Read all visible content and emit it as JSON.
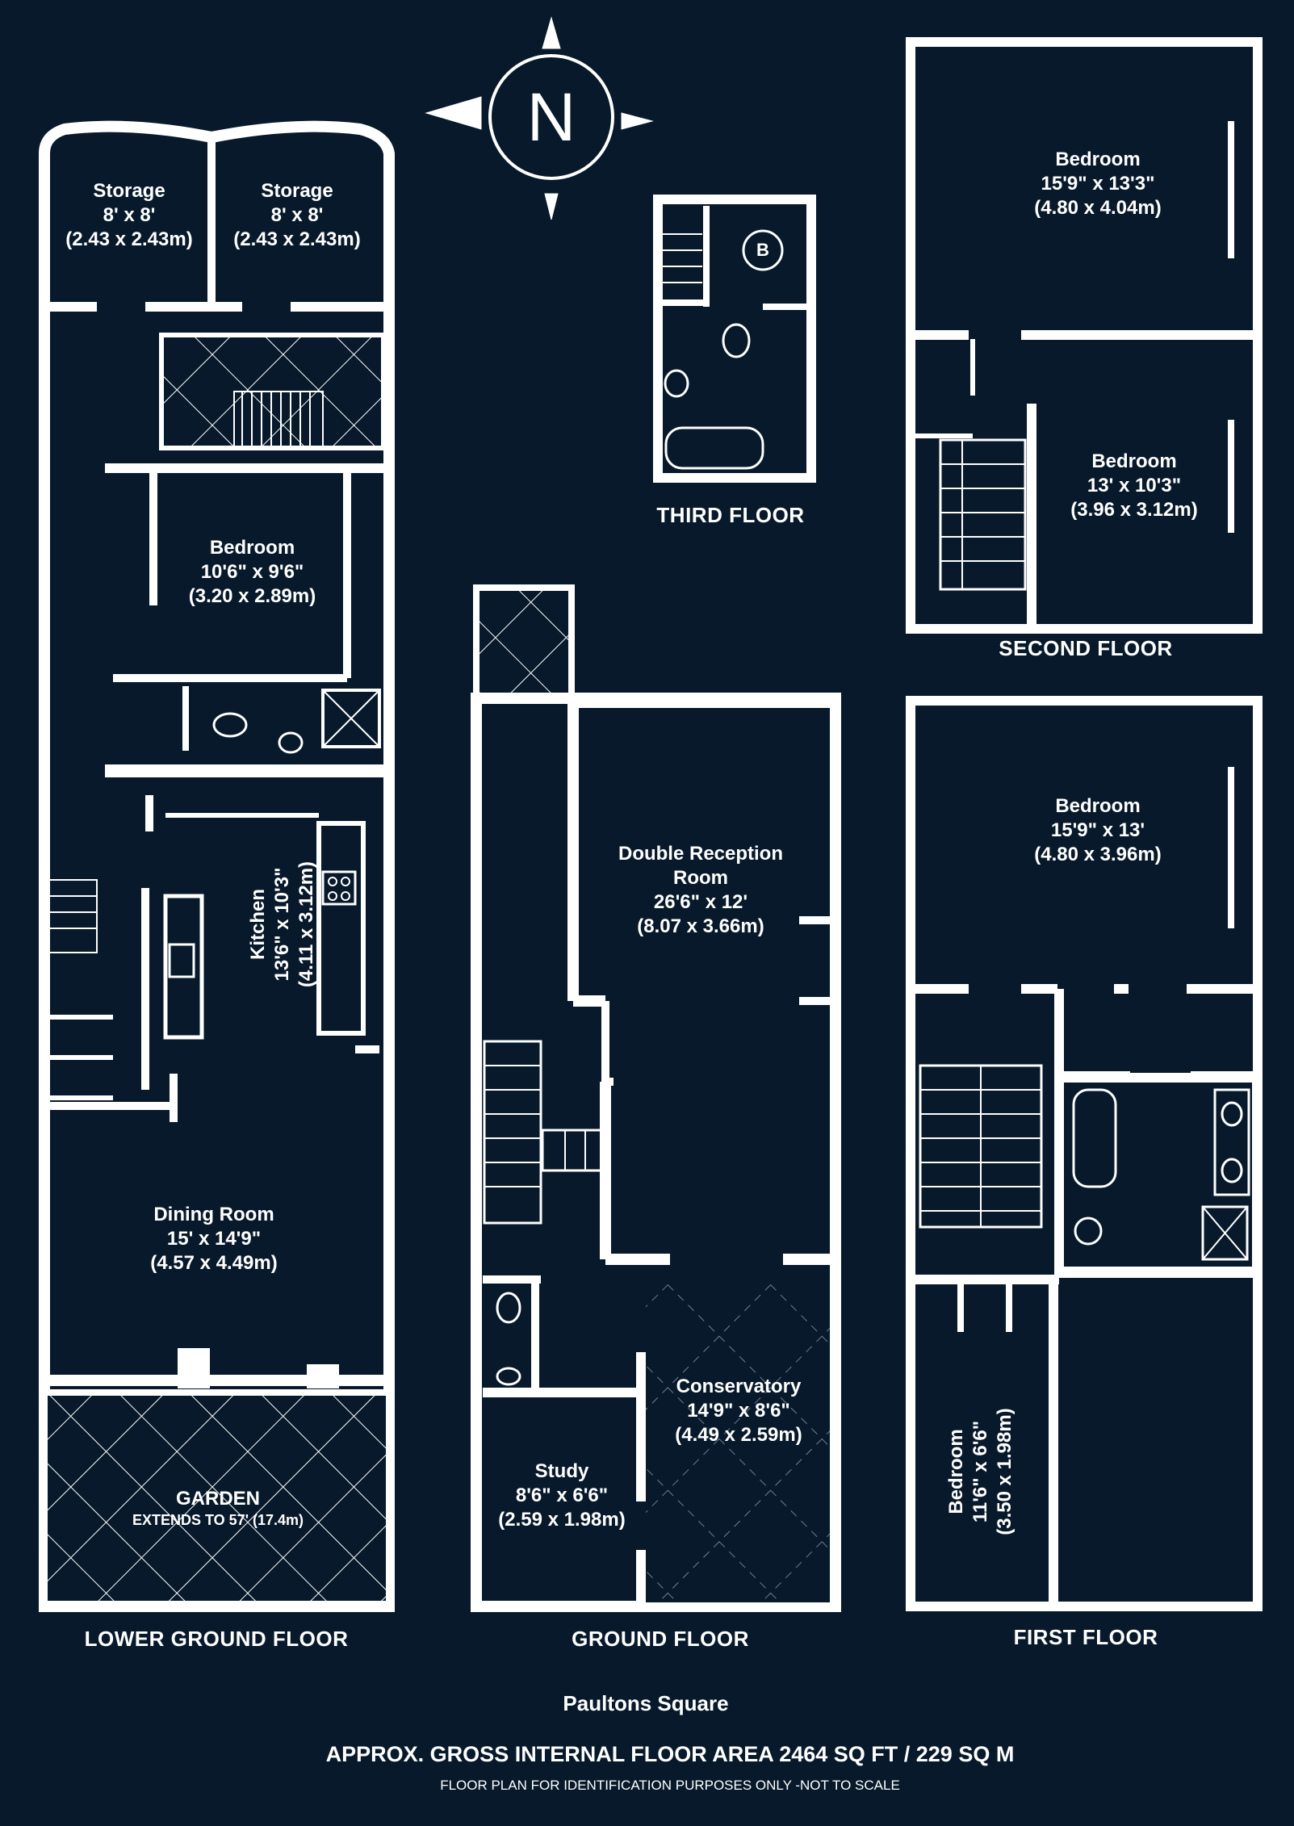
{
  "compass": {
    "letter": "N"
  },
  "boiler": {
    "letter": "B"
  },
  "floors": {
    "lower_ground": "LOWER GROUND FLOOR",
    "ground": "GROUND FLOOR",
    "first": "FIRST FLOOR",
    "second": "SECOND FLOOR",
    "third": "THIRD FLOOR"
  },
  "rooms": {
    "storage_left": {
      "name": "Storage",
      "imperial": "8' x 8'",
      "metric": "(2.43 x 2.43m)"
    },
    "storage_right": {
      "name": "Storage",
      "imperial": "8' x 8'",
      "metric": "(2.43 x 2.43m)"
    },
    "lg_bedroom": {
      "name": "Bedroom",
      "imperial": "10'6\" x 9'6\"",
      "metric": "(3.20 x 2.89m)"
    },
    "kitchen": {
      "name": "Kitchen",
      "imperial": "13'6\" x 10'3\"",
      "metric": "(4.11 x 3.12m)"
    },
    "dining": {
      "name": "Dining Room",
      "imperial": "15' x 14'9\"",
      "metric": "(4.57 x 4.49m)"
    },
    "garden": {
      "name": "GARDEN",
      "note": "EXTENDS TO 57' (17.4m)"
    },
    "reception": {
      "name1": "Double Reception",
      "name2": "Room",
      "imperial": "26'6\" x 12'",
      "metric": "(8.07 x 3.66m)"
    },
    "conservatory": {
      "name": "Conservatory",
      "imperial": "14'9\" x 8'6\"",
      "metric": "(4.49 x 2.59m)"
    },
    "study": {
      "name": "Study",
      "imperial": "8'6\" x 6'6\"",
      "metric": "(2.59 x 1.98m)"
    },
    "ff_bedroom": {
      "name": "Bedroom",
      "imperial": "15'9\" x 13'",
      "metric": "(4.80 x 3.96m)"
    },
    "ff_bedroom_small": {
      "name": "Bedroom",
      "imperial": "11'6\" x 6'6\"",
      "metric": "(3.50 x 1.98m)"
    },
    "sf_bedroom_top": {
      "name": "Bedroom",
      "imperial": "15'9\" x 13'3\"",
      "metric": "(4.80 x 4.04m)"
    },
    "sf_bedroom_bottom": {
      "name": "Bedroom",
      "imperial": "13' x 10'3\"",
      "metric": "(3.96 x 3.12m)"
    }
  },
  "footer": {
    "address": "Paultons Square",
    "area": "APPROX. GROSS INTERNAL FLOOR AREA 2464 SQ FT / 229 SQ M",
    "disclaimer": "FLOOR PLAN FOR IDENTIFICATION PURPOSES ONLY -NOT TO SCALE"
  },
  "colors": {
    "background": "#07192a",
    "walls": "#ffffff"
  }
}
